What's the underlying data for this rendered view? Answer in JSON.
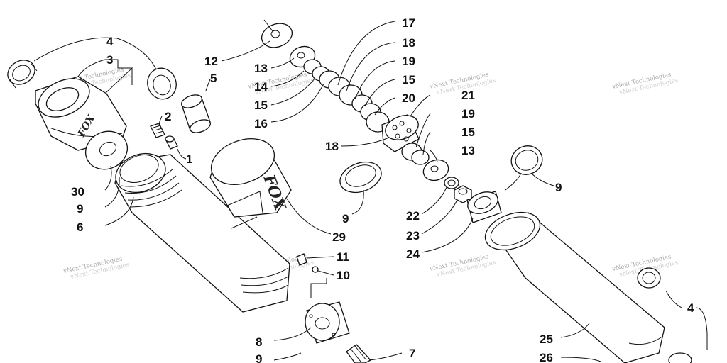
{
  "diagram": {
    "callouts": [
      {
        "id": "c4a",
        "text": "4"
      },
      {
        "id": "c3",
        "text": "3"
      },
      {
        "id": "c2",
        "text": "2"
      },
      {
        "id": "c1",
        "text": "1"
      },
      {
        "id": "c5",
        "text": "5"
      },
      {
        "id": "c12",
        "text": "12"
      },
      {
        "id": "c13a",
        "text": "13"
      },
      {
        "id": "c14",
        "text": "14"
      },
      {
        "id": "c15a",
        "text": "15"
      },
      {
        "id": "c16",
        "text": "16"
      },
      {
        "id": "c17",
        "text": "17"
      },
      {
        "id": "c18a",
        "text": "18"
      },
      {
        "id": "c19a",
        "text": "19"
      },
      {
        "id": "c15b",
        "text": "15"
      },
      {
        "id": "c20",
        "text": "20"
      },
      {
        "id": "c21",
        "text": "21"
      },
      {
        "id": "c19b",
        "text": "19"
      },
      {
        "id": "c15c",
        "text": "15"
      },
      {
        "id": "c13b",
        "text": "13"
      },
      {
        "id": "c18b",
        "text": "18"
      },
      {
        "id": "c9a",
        "text": "9"
      },
      {
        "id": "c9b",
        "text": "9"
      },
      {
        "id": "c30",
        "text": "30"
      },
      {
        "id": "c9c",
        "text": "9"
      },
      {
        "id": "c6",
        "text": "6"
      },
      {
        "id": "c29",
        "text": "29"
      },
      {
        "id": "c22",
        "text": "22"
      },
      {
        "id": "c23",
        "text": "23"
      },
      {
        "id": "c24",
        "text": "24"
      },
      {
        "id": "c11",
        "text": "11"
      },
      {
        "id": "c10",
        "text": "10"
      },
      {
        "id": "c8",
        "text": "8"
      },
      {
        "id": "c9d",
        "text": "9"
      },
      {
        "id": "c7",
        "text": "7"
      },
      {
        "id": "c4b",
        "text": "4"
      },
      {
        "id": "c25",
        "text": "25"
      },
      {
        "id": "c26",
        "text": "26"
      }
    ],
    "watermark": {
      "line1": "vNext Technologies",
      "line2": "vNext Technologies"
    },
    "brand_text": "FOX"
  }
}
